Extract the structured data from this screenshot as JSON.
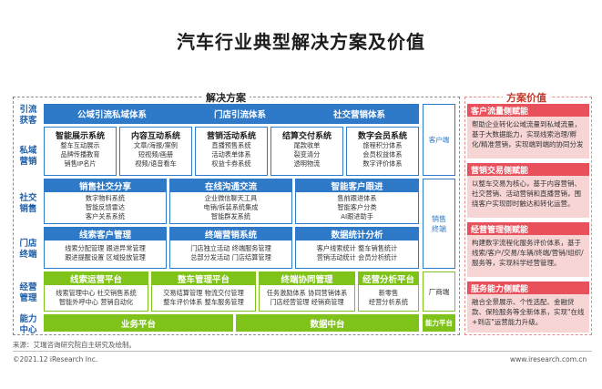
{
  "title": "汽车行业典型解决方案及价值",
  "left_section_label": "解决方案",
  "right_section_label": "方案价值",
  "row_labels": {
    "r1": [
      "引流",
      "获客"
    ],
    "r2": [
      "私域",
      "营销"
    ],
    "r3": [
      "社交",
      "销售"
    ],
    "r4": [
      "门店",
      "终端"
    ],
    "r5": [
      "经营",
      "管理"
    ],
    "r6": [
      "能力",
      "中心"
    ]
  },
  "row1": {
    "items": [
      "公域引流私域体系",
      "门店引流体系",
      "社交营销体系"
    ]
  },
  "row2": {
    "boxes": [
      {
        "title": "智能展示系统",
        "lines": [
          "整车互动展示",
          "品牌传播教育",
          "销售IP名片"
        ]
      },
      {
        "title": "内容互动系统",
        "lines": [
          "文章/海报/案例",
          "短视频/画册",
          "视频/语音看车"
        ]
      },
      {
        "title": "营销活动系统",
        "lines": [
          "直播预售系统",
          "活动表单体系",
          "权益卡券系统"
        ]
      },
      {
        "title": "结算交付系统",
        "lines": [
          "尾款收单",
          "裂变清分",
          "透明物流"
        ]
      },
      {
        "title": "数字会员系统",
        "lines": [
          "旅程积分体系",
          "会员权益体系",
          "数字评价体系"
        ]
      }
    ]
  },
  "row3": {
    "boxes": [
      {
        "title": "销售社交分享",
        "lines": [
          "数字物料系统",
          "智能反馈雷达",
          "客户关系系统"
        ]
      },
      {
        "title": "在线沟通交流",
        "lines": [
          "企业微信聊天工具",
          "电销/拆装系统集成",
          "智能群发系统"
        ]
      },
      {
        "title": "智能客户跟进",
        "lines": [
          "售前跟进体系",
          "智能客户分类",
          "AI跟进助手"
        ]
      }
    ]
  },
  "row4": {
    "boxes": [
      {
        "title": "线索客户管理",
        "lines": [
          "线索分配管理  跟进异常管理",
          "跟进提醒设置  区域投放管理"
        ]
      },
      {
        "title": "终端营销系统",
        "lines": [
          "门店独立活动  终端服务管理",
          "总部分发活动  门店结算管理"
        ]
      },
      {
        "title": "数据统计分析",
        "lines": [
          "客户线索统计  整车销售统计",
          "营销活动统计  会员分析统计"
        ]
      }
    ]
  },
  "row5": {
    "boxes": [
      {
        "title": "线索运营平台",
        "lines": [
          "线索管理中心  社交销售系统",
          "智能外呼中心  营销自动化"
        ]
      },
      {
        "title": "整车管理平台",
        "lines": [
          "交易结算管理  物流交付管理",
          "整车评价体系  整车服务管理"
        ]
      },
      {
        "title": "终端协同管理",
        "lines": [
          "任务激励体系  协同营销体系",
          "门店经营管理  经销商管理"
        ]
      },
      {
        "title": "经营分析平台",
        "lines": [
          "新零售",
          "经营分析系统"
        ]
      }
    ]
  },
  "row6": {
    "items": [
      "业务平台",
      "数据中台"
    ]
  },
  "side_labels": {
    "customer_end": "客户端",
    "sales_end": "销售终端",
    "vendor_end": "厂商端",
    "capability_platform": "能力平台"
  },
  "value_items": [
    {
      "head": "客户流量侧赋能",
      "body": "帮助企业转化公域流量到私域流量，基于大数据能力，实现线索治理/孵化/精准营销，实现端到端的协同分发"
    },
    {
      "head": "营销交易侧赋能",
      "body": "以整车交易为核心，基于内容营销、社交营销、活动营销和直播营销，围绕客户实现即时触达和转化运营。"
    },
    {
      "head": "经营管理侧赋能",
      "body": "构建数字流程化服务评价体系，基于线索/客户/交易/车辆/终端/营销/组织/服务等，实现科学经营管理。"
    },
    {
      "head": "服务能力侧赋能",
      "body": "融合全景展示、个性选配、金融贷款、保险服务等全新体系，实现\"在线+到店\"运营能力升级。"
    }
  ],
  "source": "来源：艾瑞咨询研究院自主研究及绘制。",
  "copyright": "©2021.12 iResearch Inc.",
  "website": "www.iresearch.com.cn",
  "colors": {
    "blue": "#2e79c8",
    "green": "#7fc21a",
    "red": "#e8505b",
    "pink": "#f7d5d5"
  }
}
